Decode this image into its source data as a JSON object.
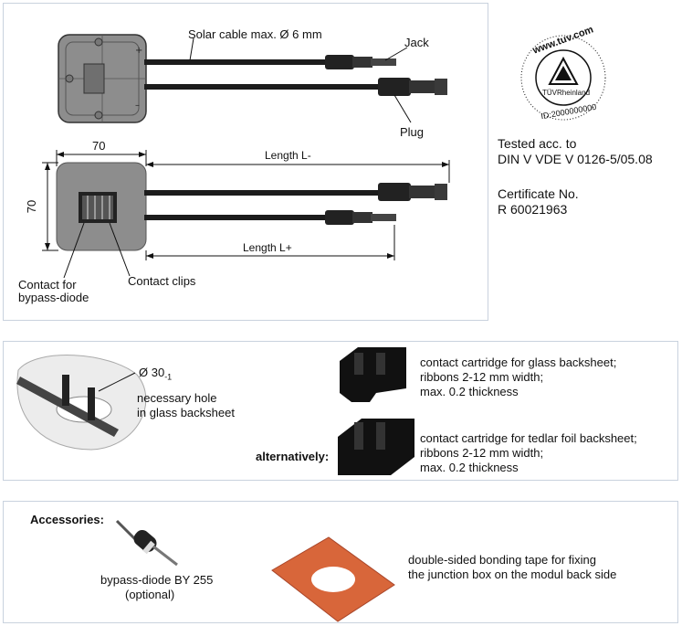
{
  "top": {
    "labels": {
      "solar_cable": "Solar cable max. Ø 6 mm",
      "jack": "Jack",
      "plug": "Plug",
      "dim_width": "70",
      "dim_height": "70",
      "length_minus": "Length L-",
      "length_plus": "Length L+",
      "contact_bypass": "Contact for",
      "contact_bypass_2": "bypass-diode",
      "contact_clips": "Contact clips"
    },
    "certificate": {
      "tuv_url": "www.tuv.com",
      "tuv_brand": "TÜVRheinland",
      "tuv_id": "ID:2000000000",
      "tested_line1": "Tested acc. to",
      "tested_line2": "DIN V VDE V 0126-5/05.08",
      "cert_line1": "Certificate No.",
      "cert_line2": "R 60021963"
    }
  },
  "middle": {
    "diameter": "Ø 30",
    "diameter_sub": "-1",
    "hole_line1": "necessary hole",
    "hole_line2": "in glass backsheet",
    "alternatively": "alternatively:",
    "glass_cartridge": [
      "contact cartridge for glass backsheet;",
      "ribbons 2-12 mm width;",
      "max. 0.2 thickness"
    ],
    "tedlar_cartridge": [
      "contact cartridge for tedlar foil backsheet;",
      "ribbons 2-12 mm width;",
      "max. 0.2 thickness"
    ]
  },
  "bottom": {
    "title": "Accessories:",
    "diode_line1": "bypass-diode BY 255",
    "diode_line2": "(optional)",
    "tape_line1": "double-sided bonding tape for fixing",
    "tape_line2": "the junction box on the modul back side"
  },
  "colors": {
    "panel_border": "#c9d2de",
    "box_gray": "#8a8a8a",
    "tape_orange": "#d8663a"
  }
}
